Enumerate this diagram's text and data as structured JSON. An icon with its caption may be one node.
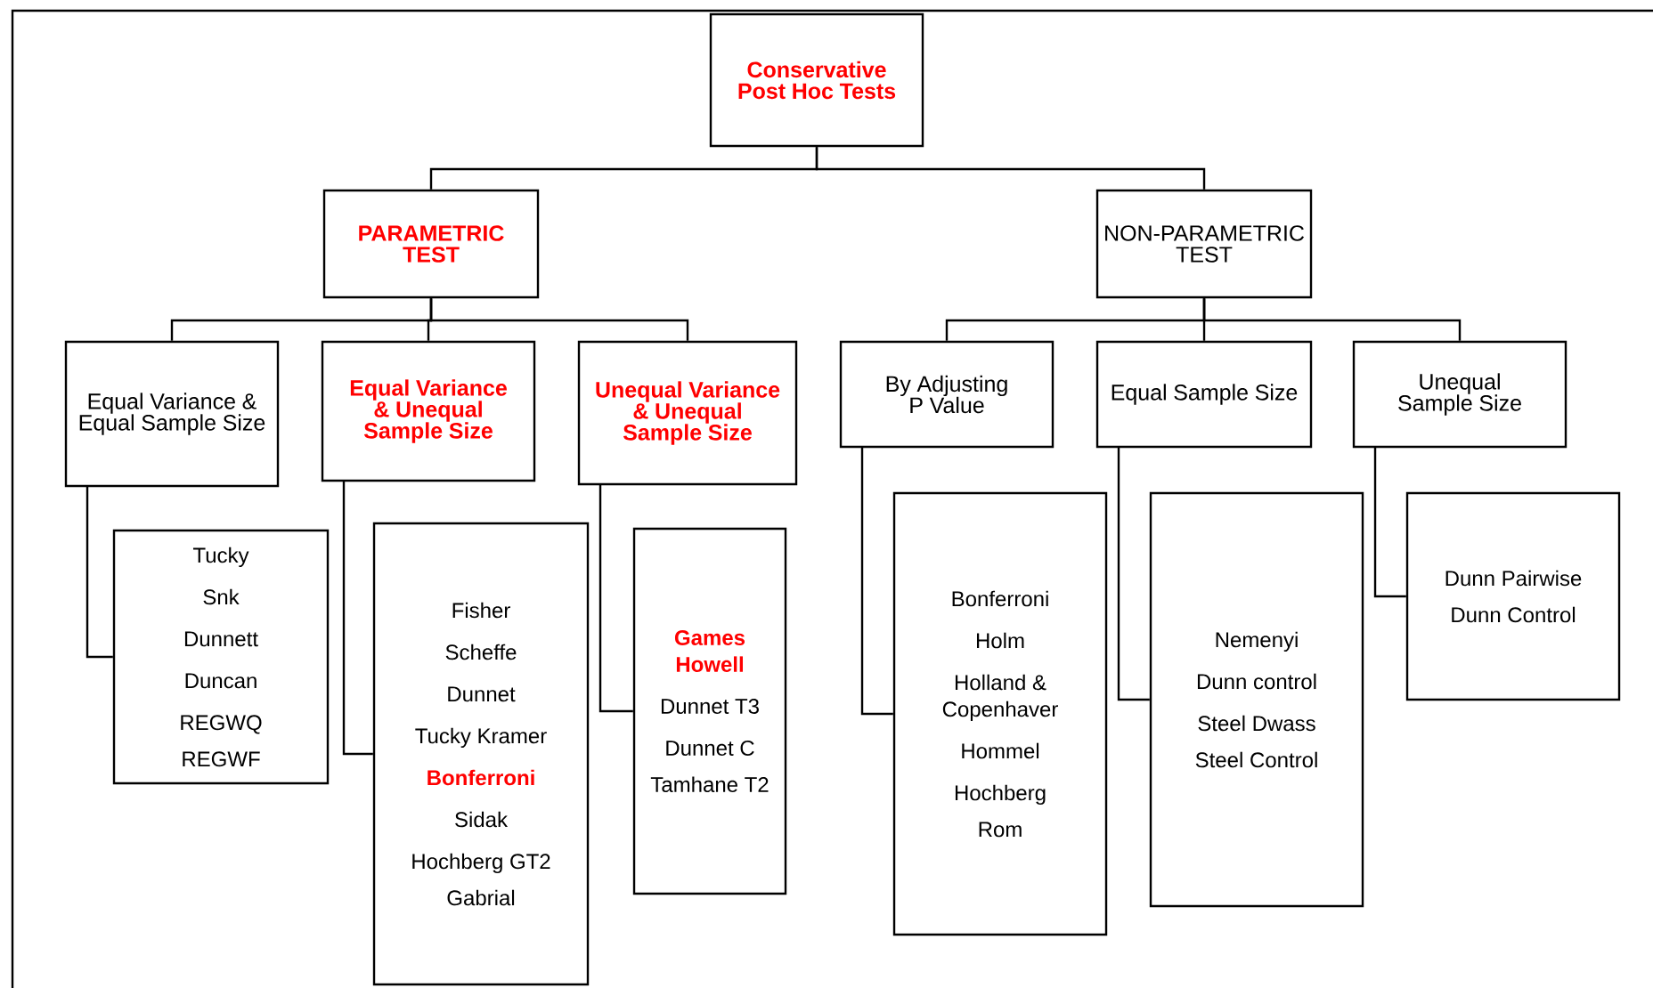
{
  "diagram": {
    "nodes": [
      {
        "text": [
          "Conservative Post Hoc Tests"
        ]
      },
      {
        "text": [
          "PARAMETRIC TEST"
        ]
      },
      {
        "text": [
          "NON-PARAMETRIC TEST"
        ]
      },
      {
        "text": [
          "Equal Variance & Equal Sample Size"
        ]
      },
      {
        "text": [
          "Equal Variance & Unequal Sample Size"
        ]
      },
      {
        "text": [
          "Unequal Variance & Unequal Sample Size"
        ]
      },
      {
        "text": [
          "By Adjusting P Value"
        ]
      },
      {
        "text": [
          "Equal Sample Size"
        ]
      },
      {
        "text": [
          "Unequal Sample Size"
        ]
      },
      {
        "text": [
          "Tucky",
          "Snk",
          "Dunnett",
          "Duncan",
          "REGWQ",
          "REGWF"
        ]
      },
      {
        "text": [
          "Fisher",
          "Scheffe",
          "Dunnet",
          "Tucky Kramer",
          "Bonferroni",
          "Sidak",
          "Hochberg GT2",
          "Gabrial"
        ]
      },
      {
        "text": [
          "Games Howell",
          "Dunnet T3",
          "Dunnet C",
          "Tamhane T2"
        ]
      },
      {
        "text": [
          "Bonferroni",
          "Holm",
          "Holland & Copenhaver",
          "Hommel",
          "Hochberg",
          "Rom"
        ]
      },
      {
        "text": [
          "Nemenyi",
          "Dunn control",
          "Steel Dwass",
          "Steel Control"
        ]
      },
      {
        "text": [
          "Dunn Pairwise",
          "Dunn Control"
        ]
      }
    ],
    "edges": [
      {
        "from": 0,
        "to": 1,
        "arrow": "none"
      },
      {
        "from": 0,
        "to": 2,
        "arrow": "none"
      },
      {
        "from": 1,
        "to": 3,
        "arrow": "none"
      },
      {
        "from": 1,
        "to": 4,
        "arrow": "none"
      },
      {
        "from": 1,
        "to": 5,
        "arrow": "none"
      },
      {
        "from": 2,
        "to": 6,
        "arrow": "none"
      },
      {
        "from": 2,
        "to": 7,
        "arrow": "none"
      },
      {
        "from": 2,
        "to": 8,
        "arrow": "none"
      },
      {
        "from": 3,
        "to": 9,
        "arrow": "none"
      },
      {
        "from": 4,
        "to": 10,
        "arrow": "none"
      },
      {
        "from": 5,
        "to": 11,
        "arrow": "none"
      },
      {
        "from": 6,
        "to": 12,
        "arrow": "none"
      },
      {
        "from": 7,
        "to": 13,
        "arrow": "none"
      },
      {
        "from": 8,
        "to": 14,
        "arrow": "none"
      }
    ]
  }
}
